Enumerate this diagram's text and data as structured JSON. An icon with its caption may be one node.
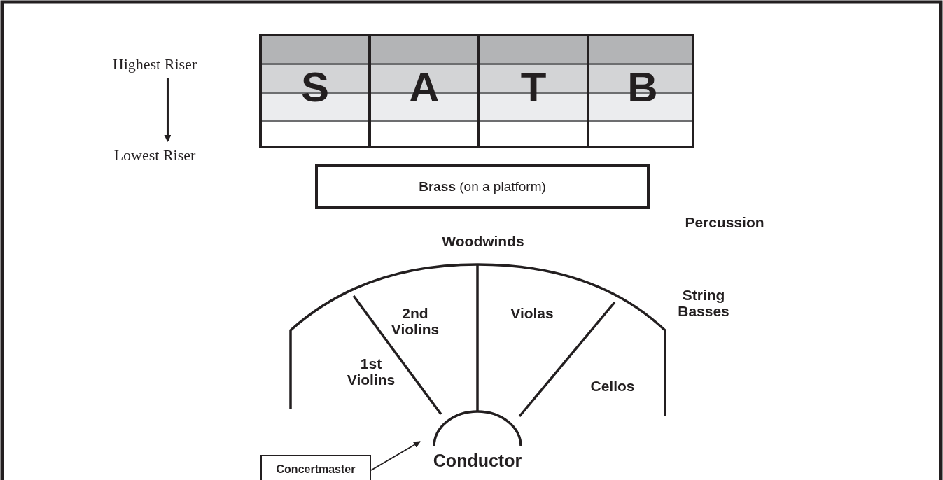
{
  "diagram": {
    "nodes": [
      {
        "text": [
          "Highest Riser"
        ]
      },
      {
        "text": [
          "Lowest Riser"
        ]
      },
      {
        "text": [],
        "shape": "box"
      },
      {
        "text": [
          "S"
        ],
        "in": 2
      },
      {
        "text": [
          "A"
        ],
        "in": 2
      },
      {
        "text": [
          "T"
        ],
        "in": 2
      },
      {
        "text": [
          "B"
        ],
        "in": 2
      },
      {
        "text": [
          "**Brass** (on a platform)"
        ]
      },
      {
        "text": [
          "Conductor"
        ]
      },
      {
        "text": [
          "Concertmaster"
        ]
      }
    ],
    "edges": [
      {
        "from": 0,
        "to": 1,
        "arrow": "to"
      },
      {
        "from": 9,
        "to": 8,
        "arrow": "to"
      }
    ],
    "labels": [
      "Percussion",
      "Woodwinds",
      "String Basses",
      "Violas",
      "2nd Violins",
      "1st Violins",
      "Cellos"
    ]
  }
}
